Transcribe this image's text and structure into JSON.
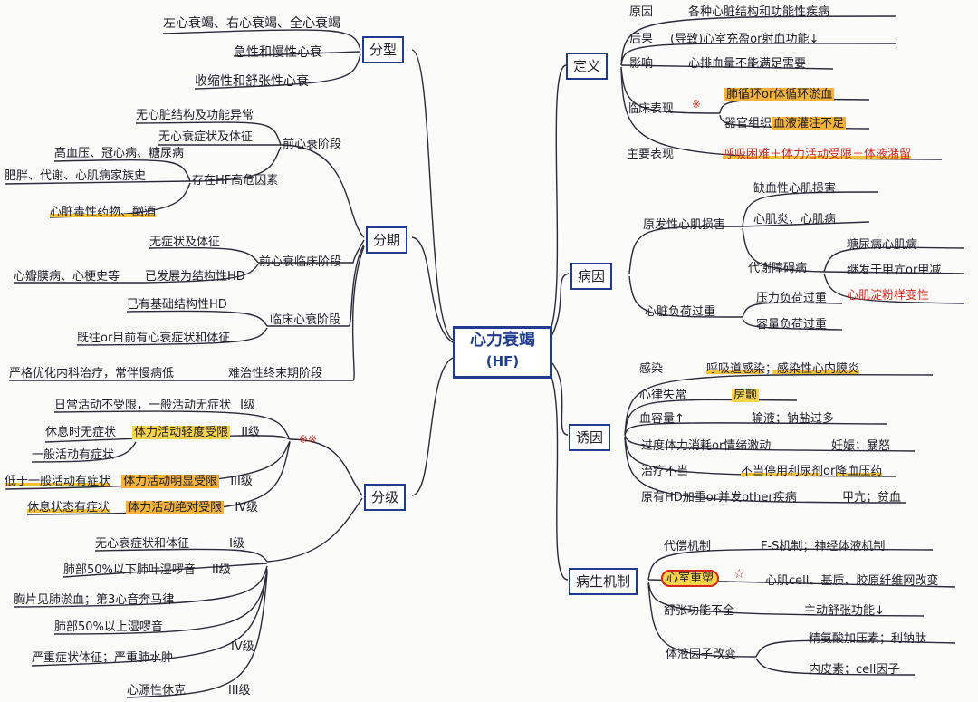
{
  "central": {
    "title": "心力衰竭",
    "subtitle": "(HF)"
  },
  "left": {
    "type": {
      "label": "分型",
      "items": [
        "左心衰竭、右心衰竭、全心衰竭",
        "急性和慢性心衰",
        "收缩性和舒张性心衰"
      ]
    },
    "stage": {
      "label": "分期",
      "pre_hf": {
        "label": "前心衰阶段",
        "a": "无心脏结构及功能异常",
        "b": "无心衰症状及体征",
        "risk": "存在HF高危因素",
        "risk_items": [
          "高血压、冠心病、糖尿病",
          "肥胖、代谢、心肌病家族史",
          "心脏毒性药物、酗酒"
        ]
      },
      "pre_clinical": {
        "label": "前心衰临床阶段",
        "a": "无症状及体征",
        "b": "已发展为结构性HD",
        "b_detail": "心瓣膜病、心梗史等"
      },
      "clinical": {
        "label": "临床心衰阶段",
        "a": "已有基础结构性HD",
        "b": "既往or目前有心衰症状和体征"
      },
      "refractory": {
        "label": "难治性终末期阶段",
        "detail": "严格优化内科治疗，常伴慢病低"
      }
    },
    "grade": {
      "label": "分级",
      "nyha_marks": "※※",
      "nyha": [
        {
          "a": "日常活动不受限，一般活动无症状",
          "b": "",
          "level": "I级"
        },
        {
          "a": "休息时无症状",
          "b": "体力活动轻度受限",
          "level": "II级",
          "extra": "一般活动有症状"
        },
        {
          "a": "低于一般活动有症状",
          "b": "体力活动明显受限",
          "level": "III级"
        },
        {
          "a": "休息状态有症状",
          "b": "体力活动绝对受限",
          "level": "IV级"
        }
      ],
      "killip": [
        {
          "a": "无心衰症状和体征",
          "level": "I级"
        },
        {
          "a": "肺部50%以下肺叶湿啰音",
          "level": "II级"
        },
        {
          "a": "胸片见肺淤血；第3心音奔马律",
          "level": ""
        },
        {
          "a": "肺部50%以上湿啰音",
          "level": ""
        },
        {
          "a": "严重症状体征；严重肺水肿",
          "level": "IV级"
        },
        {
          "a": "心源性休克",
          "level": "III级"
        }
      ]
    }
  },
  "right": {
    "definition": {
      "label": "定义",
      "rows": [
        {
          "k": "原因",
          "v": "各种心脏结构和功能性疾病"
        },
        {
          "k": "后果",
          "v": "(导致)心室充盈or射血功能↓"
        },
        {
          "k": "影响",
          "v": "心排血量不能满足需要"
        }
      ],
      "clinical_label": "临床表现",
      "clinical_mark": "※",
      "clinical_a": "肺循环or体循环淤血",
      "clinical_b_prefix": "器官组织",
      "clinical_b": "血液灌注不足",
      "main_label": "主要表现",
      "main_value": "呼吸困难＋体力活动受限＋体液潴留"
    },
    "etiology": {
      "label": "病因",
      "primary": "原发性心肌损害",
      "primary_items": [
        "缺血性心肌损害",
        "心肌炎、心肌病"
      ],
      "metabolic": "代谢障碍病",
      "metabolic_items": [
        "糖尿病心肌病",
        "继发于甲亢or甲减",
        "心肌淀粉样变性"
      ],
      "overload": "心脏负荷过重",
      "overload_items": [
        "压力负荷过重",
        "容量负荷过重"
      ]
    },
    "trigger": {
      "label": "诱因",
      "rows": [
        {
          "k": "感染",
          "v": "呼吸道感染；感染性心内膜炎"
        },
        {
          "k": "心律失常",
          "v": "房颤"
        },
        {
          "k": "血容量↑",
          "v": "输液；钠盐过多"
        },
        {
          "k": "过度体力消耗or情绪激动",
          "v": "妊娠；暴怒"
        },
        {
          "k": "治疗不当",
          "v": "不当停用利尿剂or降血压药"
        },
        {
          "k": "原有HD加重or并发other疾病",
          "v": "甲亢；贫血"
        }
      ]
    },
    "mechanism": {
      "label": "病生机制",
      "rows": [
        {
          "k": "代偿机制",
          "v": "F-S机制；神经体液机制"
        },
        {
          "k": "心室重塑",
          "v": "心肌cell、基质、胶原纤维网改变",
          "mark": "☆"
        },
        {
          "k": "舒张功能不全",
          "v": "主动舒张功能↓"
        }
      ],
      "humoral": "体液因子改变",
      "humoral_items": [
        "精氨酸加压素；利钠肽",
        "内皮素；cell因子"
      ]
    }
  },
  "colors": {
    "box_border": "#1f3c8e",
    "highlight": "#f7d348",
    "emphasis_red": "#d9261c",
    "line": "#2a2a3a"
  }
}
